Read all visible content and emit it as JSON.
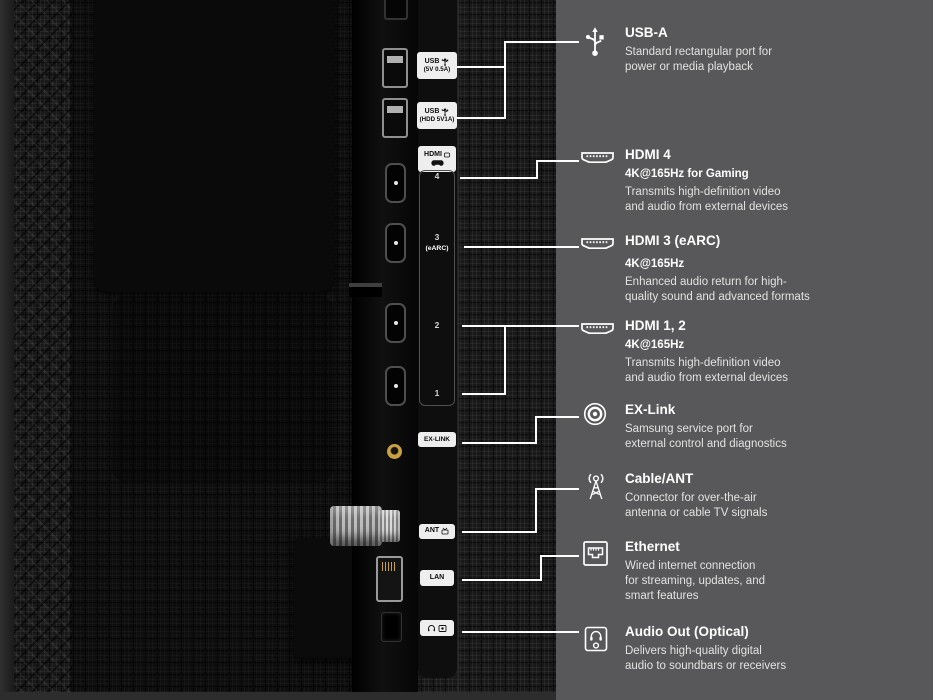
{
  "colors": {
    "panel_gray": "#58585a",
    "photo_black": "#191919",
    "line_white": "#ffffff",
    "label_bg": "#eeeeee",
    "accent_gold_jack": "#c9a23f"
  },
  "annotations": [
    {
      "icon": "usb-icon",
      "title": "USB-A",
      "subtitle": "",
      "body": "Standard rectangular port for\npower or media playback"
    },
    {
      "icon": "hdmi-icon",
      "title": "HDMI 4",
      "subtitle": "4K@165Hz for Gaming",
      "body": "Transmits high-definition video\nand audio from external devices"
    },
    {
      "icon": "hdmi-icon",
      "title": "HDMI 3 (eARC)",
      "subtitle": "4K@165Hz",
      "body": "Enhanced audio return for high-\nquality sound and advanced formats"
    },
    {
      "icon": "hdmi-icon",
      "title": "HDMI 1, 2",
      "subtitle": "4K@165Hz",
      "body": "Transmits high-definition video\nand audio from external devices"
    },
    {
      "icon": "exlink-icon",
      "title": "EX-Link",
      "subtitle": "",
      "body": "Samsung service port for\nexternal control and diagnostics"
    },
    {
      "icon": "antenna-icon",
      "title": "Cable/ANT",
      "subtitle": "",
      "body": "Connector for over-the-air\nantenna or cable TV signals"
    },
    {
      "icon": "ethernet-icon",
      "title": "Ethernet",
      "subtitle": "",
      "body": "Wired internet connection\nfor streaming, updates, and\nsmart features"
    },
    {
      "icon": "optical-audio-icon",
      "title": "Audio Out (Optical)",
      "subtitle": "",
      "body": "Delivers high-quality digital\naudio to soundbars or receivers"
    }
  ],
  "port_labels": {
    "usb1_line1": "USB",
    "usb1_line2": "(5V 0.5A)",
    "usb2_line1": "USB",
    "usb2_line2": "(HDD 5V1A)",
    "hdmi": "HDMI",
    "numbers": {
      "n4": "4",
      "n3": "3",
      "n3_sub": "(eARC)",
      "n2": "2",
      "n1": "1"
    },
    "exlink": "EX-LINK",
    "ant": "ANT",
    "lan": "LAN"
  }
}
